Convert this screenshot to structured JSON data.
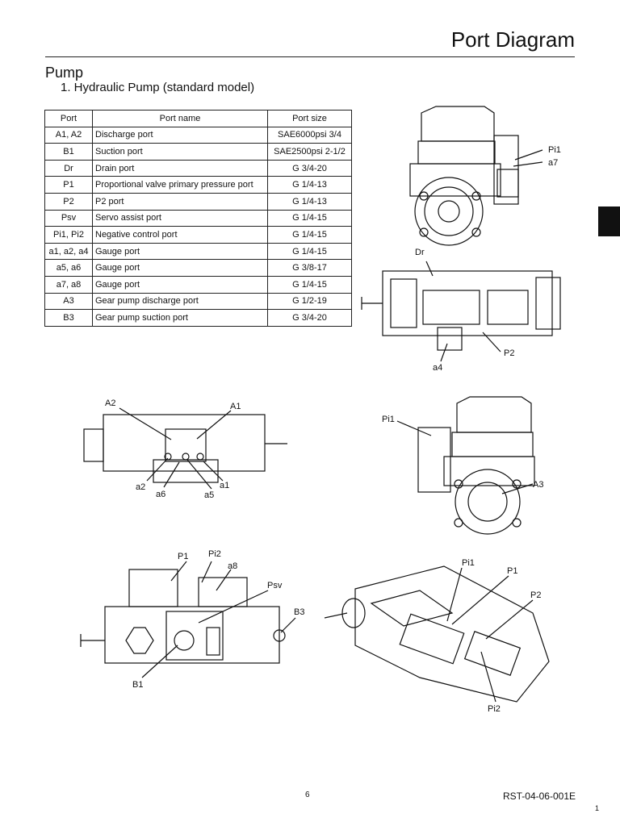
{
  "header": {
    "title": "Port Diagram"
  },
  "section": {
    "title": "Pump",
    "subtitle": "1. Hydraulic Pump (standard model)"
  },
  "table": {
    "headers": [
      "Port",
      "Port name",
      "Port size"
    ],
    "rows": [
      [
        "A1, A2",
        "Discharge port",
        "SAE6000psi 3/4"
      ],
      [
        "B1",
        "Suction port",
        "SAE2500psi 2-1/2"
      ],
      [
        "Dr",
        "Drain port",
        "G 3/4-20"
      ],
      [
        "P1",
        "Proportional valve primary pressure port",
        "G 1/4-13"
      ],
      [
        "P2",
        "P2 port",
        "G 1/4-13"
      ],
      [
        "Psv",
        "Servo assist port",
        "G 1/4-15"
      ],
      [
        "Pi1, Pi2",
        "Negative control port",
        "G 1/4-15"
      ],
      [
        "a1, a2, a4",
        "Gauge port",
        "G 1/4-15"
      ],
      [
        "a5, a6",
        "Gauge port",
        "G 3/8-17"
      ],
      [
        "a7, a8",
        "Gauge port",
        "G 1/4-15"
      ],
      [
        "A3",
        "Gear pump discharge port",
        "G 1/2-19"
      ],
      [
        "B3",
        "Gear pump suction port",
        "G 3/4-20"
      ]
    ]
  },
  "callouts": {
    "fig1": [
      "Pi1",
      "a7"
    ],
    "fig2": [
      "Dr",
      "P2",
      "a4"
    ],
    "fig3": [
      "A2",
      "A1",
      "a2",
      "a6",
      "a1",
      "a5"
    ],
    "fig4": [
      "Pi1",
      "A3"
    ],
    "fig5": [
      "P1",
      "Pi2",
      "a8",
      "Psv",
      "B3",
      "B1"
    ],
    "fig6": [
      "Pi1",
      "P1",
      "P2",
      "Pi2"
    ]
  },
  "footer": {
    "page_number": "6",
    "doc_code": "RST-04-06-001E",
    "sheet": "1"
  }
}
